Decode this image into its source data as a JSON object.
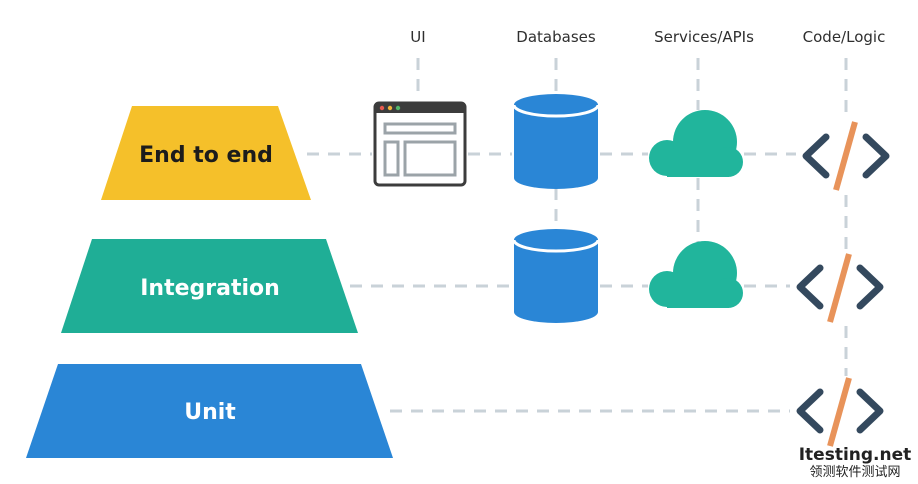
{
  "columns": {
    "ui": "UI",
    "databases": "Databases",
    "services": "Services/APIs",
    "code": "Code/Logic"
  },
  "layers": {
    "end_to_end": "End to end",
    "integration": "Integration",
    "unit": "Unit"
  },
  "icons": {
    "ui": "browser-window-icon",
    "databases": "database-cylinder-icon",
    "services": "cloud-icon",
    "code": "code-brackets-icon"
  },
  "colors": {
    "end_to_end": "#f5c02a",
    "integration": "#1fae96",
    "unit": "#2a86d6",
    "database": "#2a86d6",
    "cloud": "#21b59c",
    "code": "#34495e",
    "slash": "#e8935a",
    "connector": "#c9d2d8"
  },
  "watermark": {
    "site": "Itesting.net",
    "subtitle": "领测软件测试网"
  }
}
